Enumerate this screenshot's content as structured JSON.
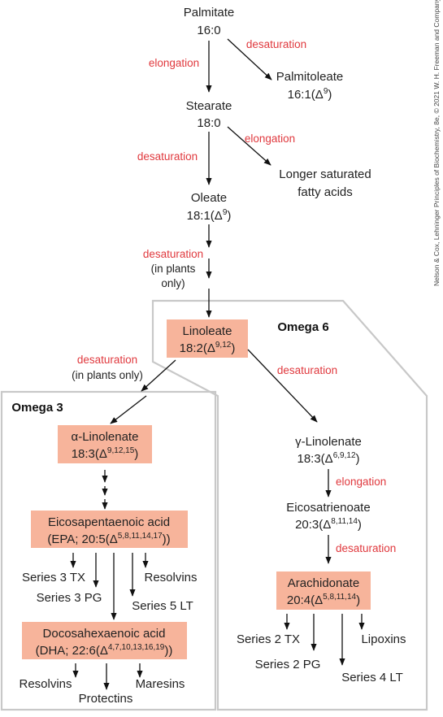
{
  "credit": "Nelson & Cox, Lehninger Principles of Biochemistry, 8e, © 2021 W. H. Freeman and Company",
  "groups": {
    "omega6": "Omega 6",
    "omega3": "Omega 3"
  },
  "nodes": {
    "palmitate": {
      "name": "Palmitate",
      "formula": "16:0"
    },
    "palmitoleate": {
      "name": "Palmitoleate",
      "formula": "16:1(Δ",
      "sup": "9",
      "tail": ")"
    },
    "stearate": {
      "name": "Stearate",
      "formula": "18:0"
    },
    "longer": {
      "line1": "Longer saturated",
      "line2": "fatty acids"
    },
    "oleate": {
      "name": "Oleate",
      "formula": "18:1(Δ",
      "sup": "9",
      "tail": ")"
    },
    "linoleate": {
      "name": "Linoleate",
      "formula": "18:2(Δ",
      "sup": "9,12",
      "tail": ")"
    },
    "alpha_linolenate": {
      "name": "α-Linolenate",
      "formula": "18:3(Δ",
      "sup": "9,12,15",
      "tail": ")"
    },
    "gamma_linolenate": {
      "name": "γ-Linolenate",
      "formula": "18:3(Δ",
      "sup": "6,9,12",
      "tail": ")"
    },
    "epa": {
      "name": "Eicosapentaenoic acid",
      "formula": "(EPA; 20:5(Δ",
      "sup": "5,8,11,14,17",
      "tail": "))"
    },
    "eicosatrienoate": {
      "name": "Eicosatrienoate",
      "formula": "20:3(Δ",
      "sup": "8,11,14",
      "tail": ")"
    },
    "arachidonate": {
      "name": "Arachidonate",
      "formula": "20:4(Δ",
      "sup": "5,8,11,14",
      "tail": ")"
    },
    "dha": {
      "name": "Docosahexaenoic acid",
      "formula": "(DHA; 22:6(Δ",
      "sup": "4,7,10,13,16,19",
      "tail": "))"
    }
  },
  "steps": {
    "desaturation": "desaturation",
    "elongation": "elongation",
    "in_plants_only_a": "(in plants",
    "in_plants_only_b": "only)",
    "in_plants_only_inline": "(in plants only)"
  },
  "products": {
    "series3tx": "Series 3 TX",
    "series3pg": "Series 3 PG",
    "resolvins_epa": "Resolvins",
    "series5lt": "Series 5 LT",
    "resolvins_dha": "Resolvins",
    "protectins": "Protectins",
    "maresins": "Maresins",
    "series2tx": "Series 2 TX",
    "series2pg": "Series 2 PG",
    "lipoxins": "Lipoxins",
    "series4lt": "Series 4 LT"
  },
  "colors": {
    "highlight": "#f7b49b",
    "enzyme_text": "#e0393e",
    "frame": "#c8c8c8"
  }
}
